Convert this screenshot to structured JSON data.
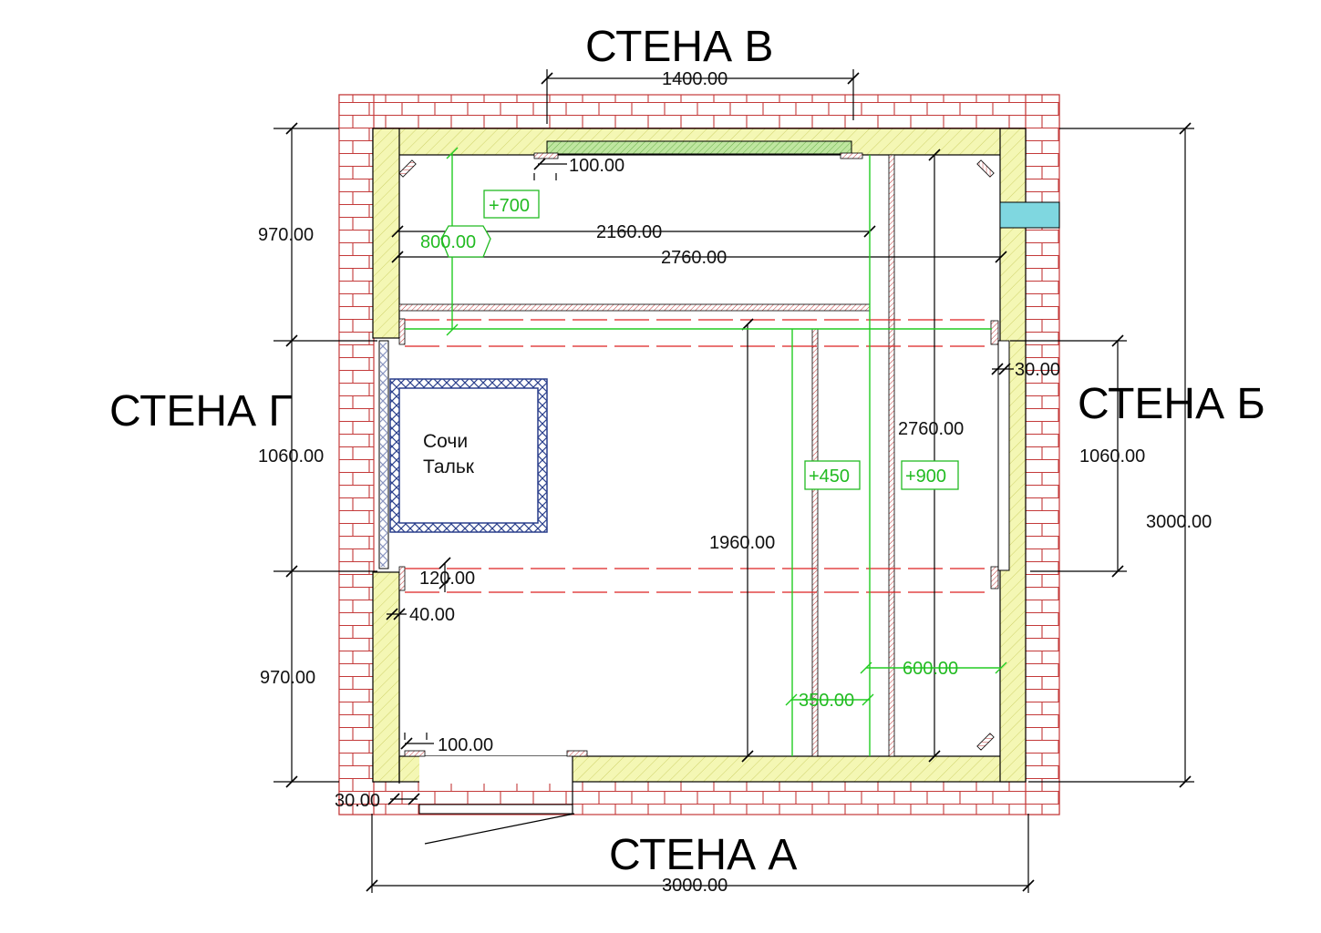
{
  "walls": {
    "top": "СТЕНА В",
    "right": "СТЕНА Б",
    "bottom": "СТЕНА А",
    "left": "СТЕНА Г"
  },
  "stove": {
    "line1": "Сочи",
    "line2": "Тальк"
  },
  "dimensions": {
    "window_width": "1400.00",
    "top_offset": "100.00",
    "upper_shelf_span": "2160.00",
    "inner_width": "2760.00",
    "left_upper": "970.00",
    "left_mid": "1060.00",
    "left_lower": "970.00",
    "door_offset_top": "120.00",
    "door_gap": "40.00",
    "bottom_offset": "100.00",
    "corner_gap": "30.00",
    "right_gap": "30.00",
    "right_mid": "1060.00",
    "right_total": "3000.00",
    "inner_height": "2760.00",
    "bench_length": "1960.00",
    "bottom_total": "3000.00"
  },
  "green_marks": {
    "level_top": "+700",
    "shelf_depth": "800.00",
    "level_mid": "+450",
    "level_high": "+900",
    "step_350": "350.00",
    "step_600": "600.00"
  },
  "colors": {
    "brick": "#c43a3a",
    "insulation": "#f4f7b4",
    "dimension_green": "#22bb22",
    "stove_blue": "#2a3f8c",
    "vent_cyan": "#7fd7e0"
  }
}
